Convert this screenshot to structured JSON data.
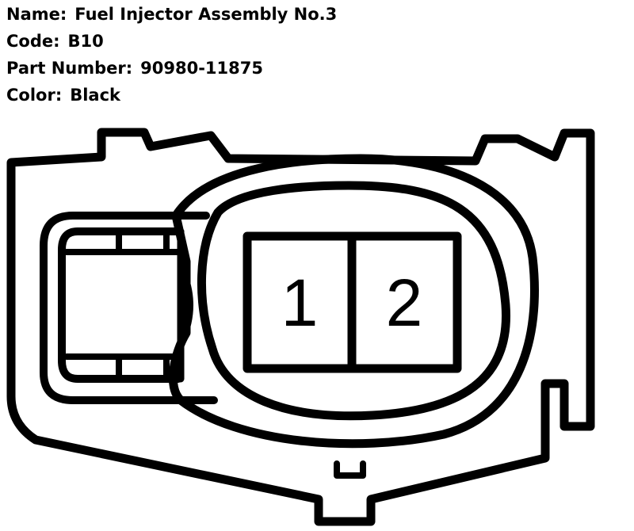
{
  "connector": {
    "name_label": "Name:",
    "name_value": "Fuel Injector Assembly No.3",
    "code_label": "Code:",
    "code_value": "B10",
    "part_label": "Part Number:",
    "part_value": "90980-11875",
    "color_label": "Color:",
    "color_value": "Black"
  },
  "pins": [
    {
      "number": "1"
    },
    {
      "number": "2"
    }
  ],
  "colors": {
    "line": "#000000",
    "background": "#ffffff"
  }
}
